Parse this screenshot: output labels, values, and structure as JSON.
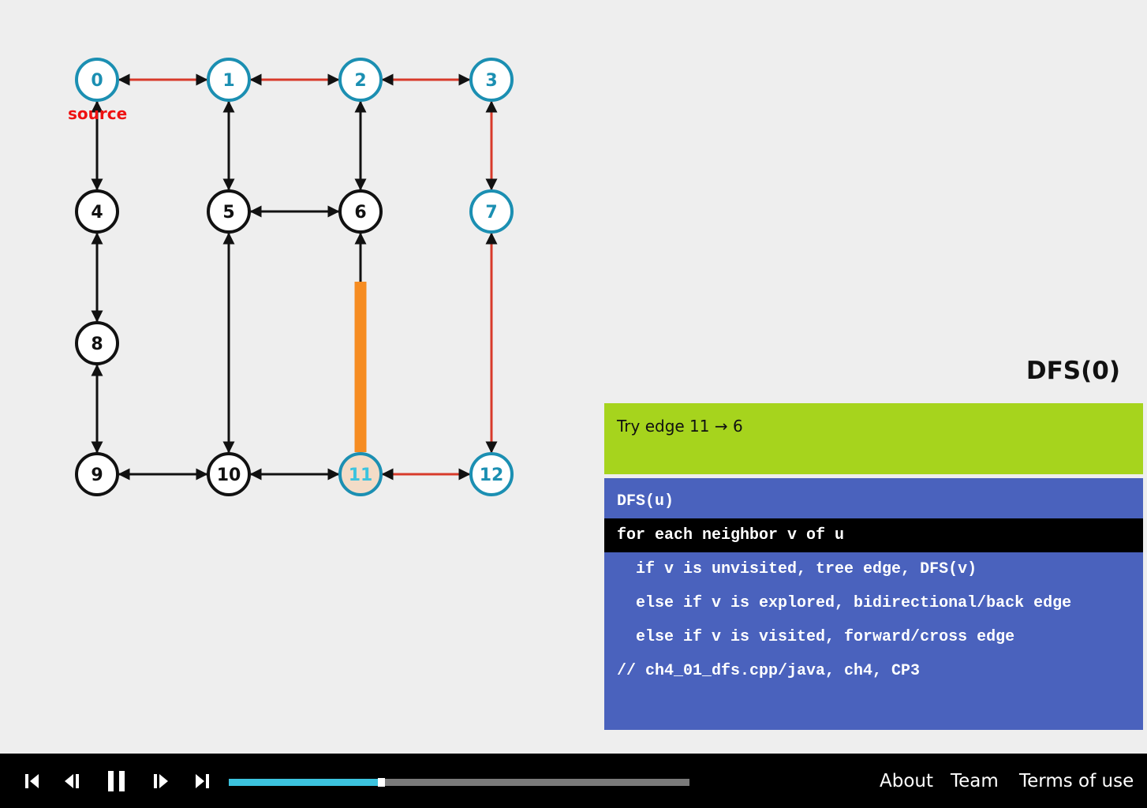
{
  "graph": {
    "source_label": "source",
    "nodes": [
      {
        "id": "0",
        "label": "0",
        "state": "visited"
      },
      {
        "id": "1",
        "label": "1",
        "state": "visited"
      },
      {
        "id": "2",
        "label": "2",
        "state": "visited"
      },
      {
        "id": "3",
        "label": "3",
        "state": "visited"
      },
      {
        "id": "4",
        "label": "4",
        "state": "unvisited"
      },
      {
        "id": "5",
        "label": "5",
        "state": "unvisited"
      },
      {
        "id": "6",
        "label": "6",
        "state": "unvisited"
      },
      {
        "id": "7",
        "label": "7",
        "state": "visited"
      },
      {
        "id": "8",
        "label": "8",
        "state": "unvisited"
      },
      {
        "id": "9",
        "label": "9",
        "state": "unvisited"
      },
      {
        "id": "10",
        "label": "10",
        "state": "unvisited"
      },
      {
        "id": "11",
        "label": "11",
        "state": "current"
      },
      {
        "id": "12",
        "label": "12",
        "state": "visited"
      }
    ],
    "edges": [
      {
        "from": "0",
        "to": "1",
        "type": "tree"
      },
      {
        "from": "1",
        "to": "2",
        "type": "tree"
      },
      {
        "from": "2",
        "to": "3",
        "type": "tree"
      },
      {
        "from": "3",
        "to": "7",
        "type": "tree"
      },
      {
        "from": "7",
        "to": "12",
        "type": "tree"
      },
      {
        "from": "12",
        "to": "11",
        "type": "tree"
      },
      {
        "from": "0",
        "to": "4",
        "type": "normal"
      },
      {
        "from": "1",
        "to": "5",
        "type": "normal"
      },
      {
        "from": "2",
        "to": "6",
        "type": "normal"
      },
      {
        "from": "5",
        "to": "6",
        "type": "normal"
      },
      {
        "from": "4",
        "to": "8",
        "type": "normal"
      },
      {
        "from": "8",
        "to": "9",
        "type": "normal"
      },
      {
        "from": "5",
        "to": "10",
        "type": "normal"
      },
      {
        "from": "9",
        "to": "10",
        "type": "normal"
      },
      {
        "from": "10",
        "to": "11",
        "type": "normal"
      },
      {
        "from": "11",
        "to": "6",
        "type": "trying"
      }
    ],
    "trying_progress": 0.78,
    "colors": {
      "visited": "#1b8fb2",
      "unvisited": "#111111",
      "current_fill": "#f3dcc7",
      "current_text": "#3cc3de",
      "tree_edge": "#d83a2a",
      "normal_edge": "#111111",
      "trying_edge": "#f68c21"
    }
  },
  "status": {
    "title": "DFS(0)",
    "message": "Try edge 11 → 6"
  },
  "code": {
    "lines": [
      {
        "text": "DFS(u)",
        "active": false
      },
      {
        "text": "for each neighbor v of u",
        "active": true
      },
      {
        "text": "  if v is unvisited, tree edge, DFS(v)",
        "active": false
      },
      {
        "text": "  else if v is explored, bidirectional/back edge",
        "active": false
      },
      {
        "text": "  else if v is visited, forward/cross edge",
        "active": false
      },
      {
        "text": "// ch4_01_dfs.cpp/java, ch4, CP3",
        "active": false
      }
    ]
  },
  "player": {
    "progress": 0.33,
    "controls": [
      "go-to-beginning-icon",
      "step-backward-icon",
      "pause-icon",
      "step-forward-icon",
      "go-to-end-icon"
    ]
  },
  "footer": {
    "about": "About",
    "team": "Team",
    "terms": "Terms of use"
  }
}
